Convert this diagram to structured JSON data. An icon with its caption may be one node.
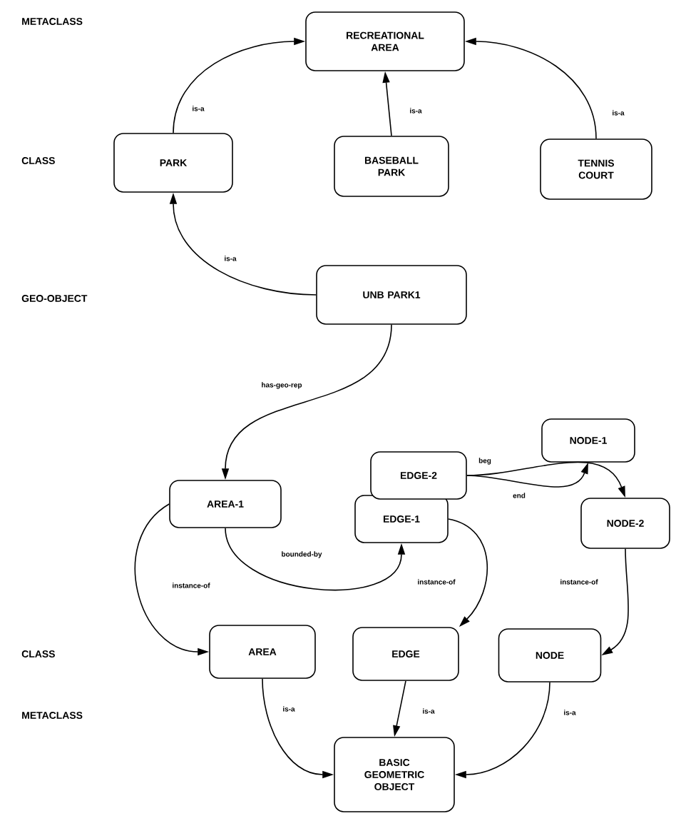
{
  "diagram": {
    "nodes": [
      {
        "text": [
          "RECREATIONAL AREA"
        ]
      },
      {
        "text": [
          "PARK"
        ]
      },
      {
        "text": [
          "BASEBALL PARK"
        ]
      },
      {
        "text": [
          "TENNIS COURT"
        ]
      },
      {
        "text": [
          "UNB PARK1"
        ]
      },
      {
        "text": [
          "NODE-1"
        ]
      },
      {
        "text": [
          "EDGE-2"
        ]
      },
      {
        "text": [
          "AREA-1"
        ]
      },
      {
        "text": [
          "EDGE-1"
        ]
      },
      {
        "text": [
          "NODE-2"
        ]
      },
      {
        "text": [
          "AREA"
        ]
      },
      {
        "text": [
          "EDGE"
        ]
      },
      {
        "text": [
          "NODE"
        ]
      },
      {
        "text": [
          "BASIC GEOMETRIC OBJECT"
        ]
      }
    ],
    "edges": [
      {
        "from": 1,
        "to": 0,
        "arrow": "to",
        "label": "is-a"
      },
      {
        "from": 2,
        "to": 0,
        "arrow": "to",
        "label": "is-a"
      },
      {
        "from": 3,
        "to": 0,
        "arrow": "to",
        "label": "is-a"
      },
      {
        "from": 4,
        "to": 1,
        "arrow": "to",
        "label": "is-a"
      },
      {
        "from": 4,
        "to": 7,
        "arrow": "to",
        "label": "has-geo-rep"
      },
      {
        "from": 7,
        "to": 8,
        "arrow": "to",
        "label": "bounded-by"
      },
      {
        "from": 6,
        "to": 5,
        "arrow": "to",
        "label": "beg"
      },
      {
        "from": 6,
        "to": 9,
        "arrow": "to",
        "label": "end"
      },
      {
        "from": 7,
        "to": 10,
        "arrow": "to",
        "label": "instance-of"
      },
      {
        "from": 8,
        "to": 11,
        "arrow": "to",
        "label": "instance-of"
      },
      {
        "from": 9,
        "to": 12,
        "arrow": "to",
        "label": "instance-of"
      },
      {
        "from": 10,
        "to": 13,
        "arrow": "to",
        "label": "is-a"
      },
      {
        "from": 11,
        "to": 13,
        "arrow": "to",
        "label": "is-a"
      },
      {
        "from": 12,
        "to": 13,
        "arrow": "to",
        "label": "is-a"
      }
    ],
    "labels": [
      "METACLASS",
      "CLASS",
      "GEO-OBJECT",
      "CLASS",
      "METACLASS"
    ]
  }
}
